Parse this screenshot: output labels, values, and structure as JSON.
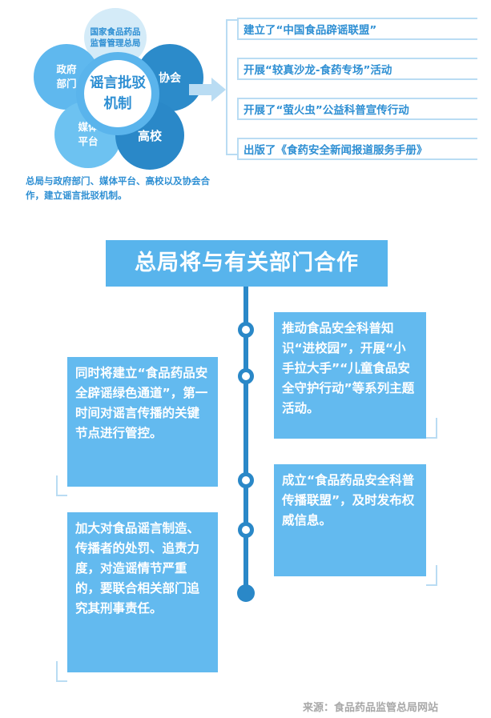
{
  "flower": {
    "center": "谣言批驳\n机制",
    "top": "国家食品药品\n监督管理总局",
    "left": "政府\n部门",
    "right": "协会",
    "bottom_left": "媒体\n平台",
    "bottom_right": "高校"
  },
  "banners": [
    "建立了“中国食品辟谣联盟”",
    "开展“较真沙龙-食药专场”活动",
    "开展了“萤火虫”公益科普宣传行动",
    "出版了《食药安全新闻报道服务手册》"
  ],
  "caption": "总局与政府部门、媒体平台、高校以及协会合作，建立谣言批驳机制。",
  "section_title": "总局将与有关部门合作",
  "cards": {
    "right1": "推动食品安全科普知识“进校园”，开展“小手拉大手”“儿童食品安全守护行动”等系列主题活动。",
    "left1": "同时将建立“食品药品安全辟谣绿色通道”，第一时间对谣言传播的关键节点进行管控。",
    "right2": "成立“食品药品安全科普传播联盟”，及时发布权威信息。",
    "left2": "加大对食品谣言制造、传播者的处罚、追责力度，对造谣情节严重的，要联合相关部门追究其刑事责任。"
  },
  "source": "来源：食品药品监管总局网站",
  "colors": {
    "primary": "#58b4ec",
    "dark": "#2a88c8",
    "text_blue": "#2e8fd3",
    "light": "#b9dcf3"
  }
}
